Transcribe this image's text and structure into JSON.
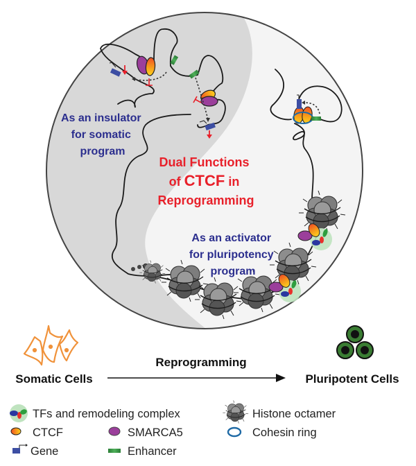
{
  "title": "Dual Functions of CTCF in Reprogramming",
  "title_lines": [
    "Dual Functions",
    "of ",
    "CTCF",
    " in",
    "Reprogramming"
  ],
  "insulator_label": [
    "As an insulator",
    "for somatic",
    "program"
  ],
  "activator_label": [
    "As an activator",
    "for pluripotency",
    "program"
  ],
  "transition": {
    "from": "Somatic Cells",
    "arrow_label": "Reprogramming",
    "to": "Pluripotent Cells"
  },
  "legend": {
    "items": [
      {
        "icon": "tf-complex-icon",
        "label": "TFs and remodeling complex"
      },
      {
        "icon": "histone-octamer-icon",
        "label": "Histone octamer"
      },
      {
        "icon": "ctcf-icon",
        "label": "CTCF"
      },
      {
        "icon": "smarca5-icon",
        "label": "SMARCA5"
      },
      {
        "icon": "cohesin-ring-icon",
        "label": "Cohesin ring"
      },
      {
        "icon": "gene-icon",
        "label": "Gene"
      },
      {
        "icon": "enhancer-icon",
        "label": "Enhancer"
      }
    ]
  },
  "colors": {
    "ctcf": "#f7a21b",
    "smarca5": "#9b3f9b",
    "gene": "#3d4ea3",
    "enhancer": "#2e8b3e",
    "cohesin": "#1f6aa5",
    "tf_halo": "#bfe3bf",
    "repress": "#e8202a",
    "somatic_cell": "#f0923a",
    "pluripotent_cell": "#3a7d33",
    "insulator_text": "#2b2e8e",
    "title_text": "#e8202a",
    "nucleus_dark": "#d6d6d6",
    "nucleus_light": "#f3f3f3"
  }
}
